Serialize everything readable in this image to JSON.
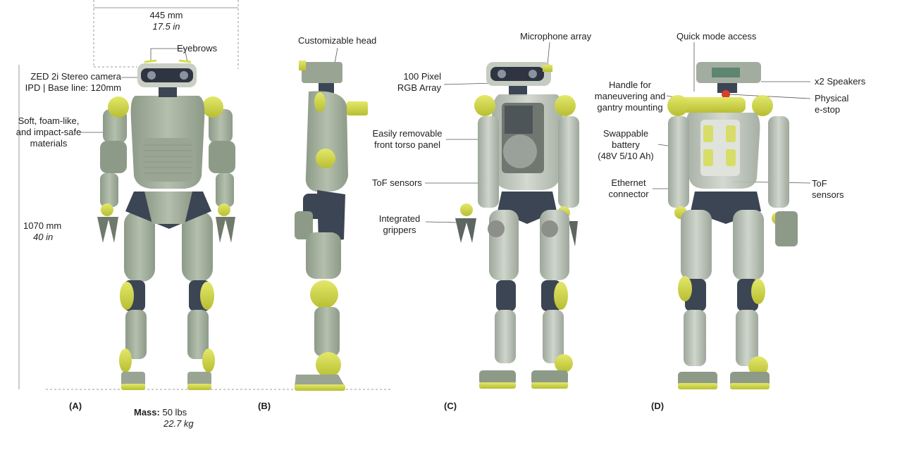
{
  "dimensions": {
    "width_mm": "445 mm",
    "width_in": "17.5 in",
    "height_mm": "1070 mm",
    "height_in": "40 in"
  },
  "mass": {
    "label": "Mass:",
    "lbs": "50 lbs",
    "kg": "22.7 kg"
  },
  "panels": {
    "a": "(A)",
    "b": "(B)",
    "c": "(C)",
    "d": "(D)"
  },
  "labels_a": {
    "eyebrows": "Eyebrows",
    "camera_line1": "ZED 2i Stereo camera",
    "camera_line2": "IPD | Base line: 120mm",
    "soft_line1": "Soft, foam-like,",
    "soft_line2": "and impact-safe",
    "soft_line3": "materials"
  },
  "labels_b": {
    "head": "Customizable head"
  },
  "labels_c": {
    "mic": "Microphone array",
    "rgb_line1": "100 Pixel",
    "rgb_line2": "RGB Array",
    "torso_line1": "Easily removable",
    "torso_line2": "front torso panel",
    "tof": "ToF sensors",
    "grip_line1": "Integrated",
    "grip_line2": "grippers"
  },
  "labels_d": {
    "quick": "Quick mode access",
    "handle_line1": "Handle for",
    "handle_line2": "maneuvering and",
    "handle_line3": "gantry mounting",
    "speakers": "x2 Speakers",
    "estop_line1": "Physical",
    "estop_line2": "e-stop",
    "battery_line1": "Swappable",
    "battery_line2": "battery",
    "battery_line3": "(48V 5/10 Ah)",
    "ethernet_line1": "Ethernet",
    "ethernet_line2": "connector",
    "tof_line1": "ToF",
    "tof_line2": "sensors"
  },
  "colors": {
    "body_green": "#a7b3a0",
    "body_dark": "#7e8a79",
    "accent_yellow": "#d6dc4c",
    "joint_navy": "#3c4553",
    "transparent_shell": "#c4ccc2",
    "estop_red": "#d8402c"
  }
}
